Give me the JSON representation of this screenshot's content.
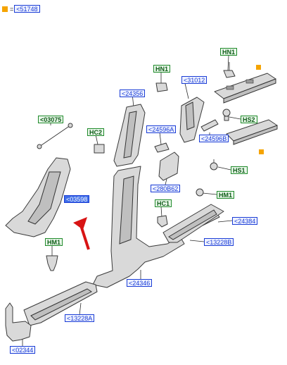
{
  "legend": {
    "equals": "=",
    "ref": "<51748"
  },
  "callouts": {
    "c31012": "<31012",
    "hn1": "HN1",
    "hn1b": "HN1",
    "c24356": "<24356",
    "hs2": "HS2",
    "c03075": "<03075",
    "hc2": "HC2",
    "c24596a": "<24596A",
    "c24596b": "<24596B",
    "hs1": "HS1",
    "c280b62": "<280B62",
    "hm1a": "HM1",
    "c03598": "<03598",
    "hc1": "HC1",
    "c24384": "<24384",
    "hm1b": "HM1",
    "c13228b": "<13228B",
    "c24346": "<24346",
    "c13228a": "<13228A",
    "c02344": "<02344"
  },
  "colors": {
    "marker": "#f5a400",
    "arrow": "#d81414",
    "link": "#1a3cd6",
    "fastener": "#1f8a2a"
  }
}
